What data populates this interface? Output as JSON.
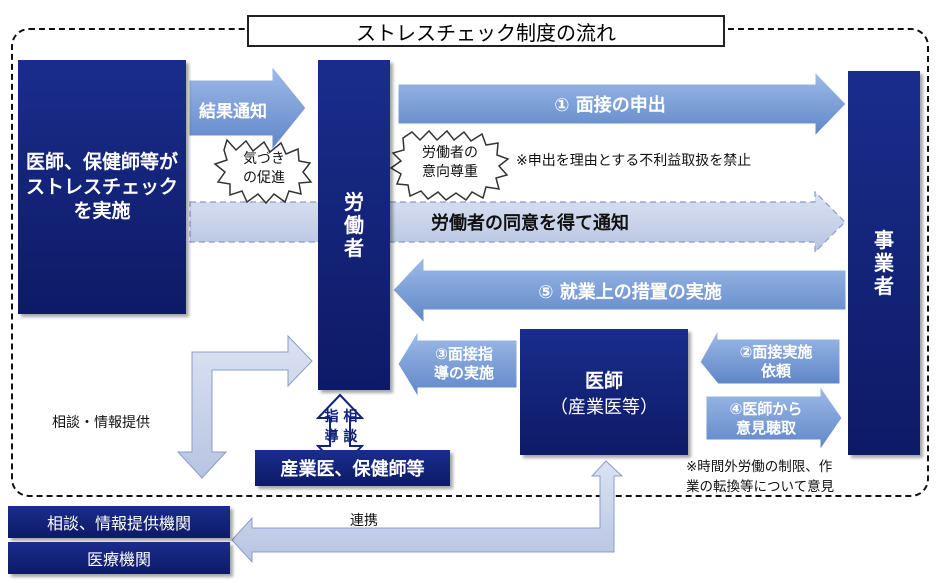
{
  "title": "ストレスチェック制度の流れ",
  "boxes": {
    "doctor_check": "医師、保健師等が\nストレスチェック\nを実施",
    "worker": "労\n働\n者",
    "employer": "事\n業\n者",
    "doctor_line1": "医師",
    "doctor_line2": "（産業医等）",
    "occupational_physician": "産業医、保健師等",
    "consult_org": "相談、情報提供機関",
    "medical_org": "医療機関"
  },
  "arrows": {
    "result_notice": "結果通知",
    "interview_request": "① 面接の申出",
    "consent_notice": "労働者の同意を得て通知",
    "work_measures": "⑤ 就業上の措置の実施",
    "interview_guidance": "③面接指\n導の実施",
    "interview_commission": "②面接実施\n依頼",
    "opinion_hearing": "④医師から\n意見聴取",
    "guidance_consult_1": "指 相",
    "guidance_consult_2": "導 談"
  },
  "bubbles": {
    "awareness": "気づき\nの促進",
    "worker_intent": "労働者の\n意向尊重"
  },
  "notes": {
    "prohibit": "※申出を理由とする不利益取扱を禁止",
    "overtime": "※時間外労働の制限、作\n業の転換等について意見",
    "consult_info": "相談・情報提供",
    "cooperation": "連携"
  },
  "colors": {
    "navy": "#13237a",
    "arrow_blue": "#7b9fd6",
    "arrow_pale": "#c9d3ea",
    "dashed_border": "#111111"
  }
}
